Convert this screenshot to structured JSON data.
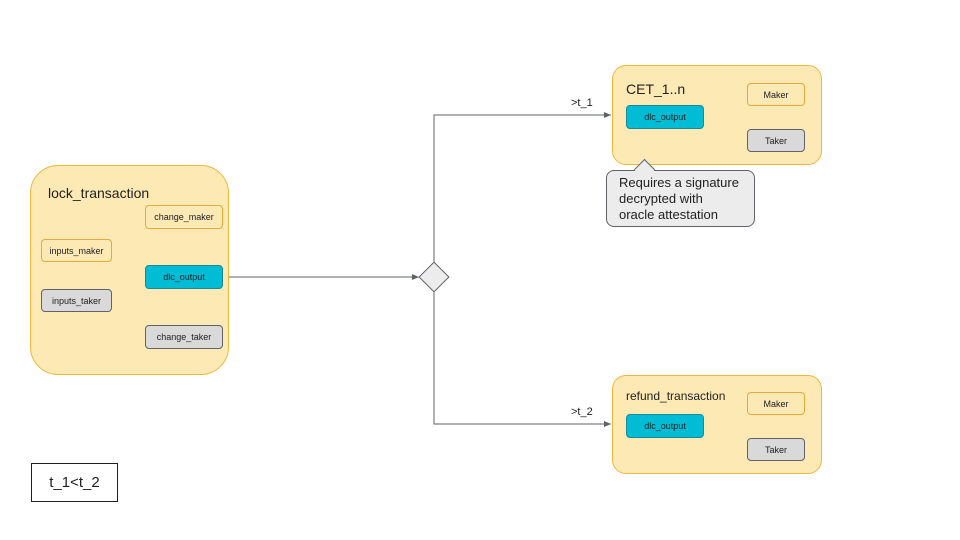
{
  "lock_transaction": {
    "title": "lock_transaction",
    "inputs": [
      "inputs_maker",
      "inputs_taker"
    ],
    "outputs": [
      "change_maker",
      "dlc_output",
      "change_taker"
    ]
  },
  "cet": {
    "title": "CET_1..n",
    "input": "dlc_output",
    "outputs": [
      "Maker",
      "Taker"
    ],
    "edge_label": ">t_1"
  },
  "refund_transaction": {
    "title": "refund_transaction",
    "input": "dlc_output",
    "outputs": [
      "Maker",
      "Taker"
    ],
    "edge_label": ">t_2"
  },
  "callout": {
    "text": "Requires a signature\ndecrypted with\noracle attestation"
  },
  "note": {
    "text": "t_1<t_2"
  },
  "colors": {
    "group_fill": "#fde9b4",
    "group_border": "#f0b73e",
    "cyan": "#00bcd4",
    "gray": "#d9d9d9",
    "line": "#5f6368"
  }
}
